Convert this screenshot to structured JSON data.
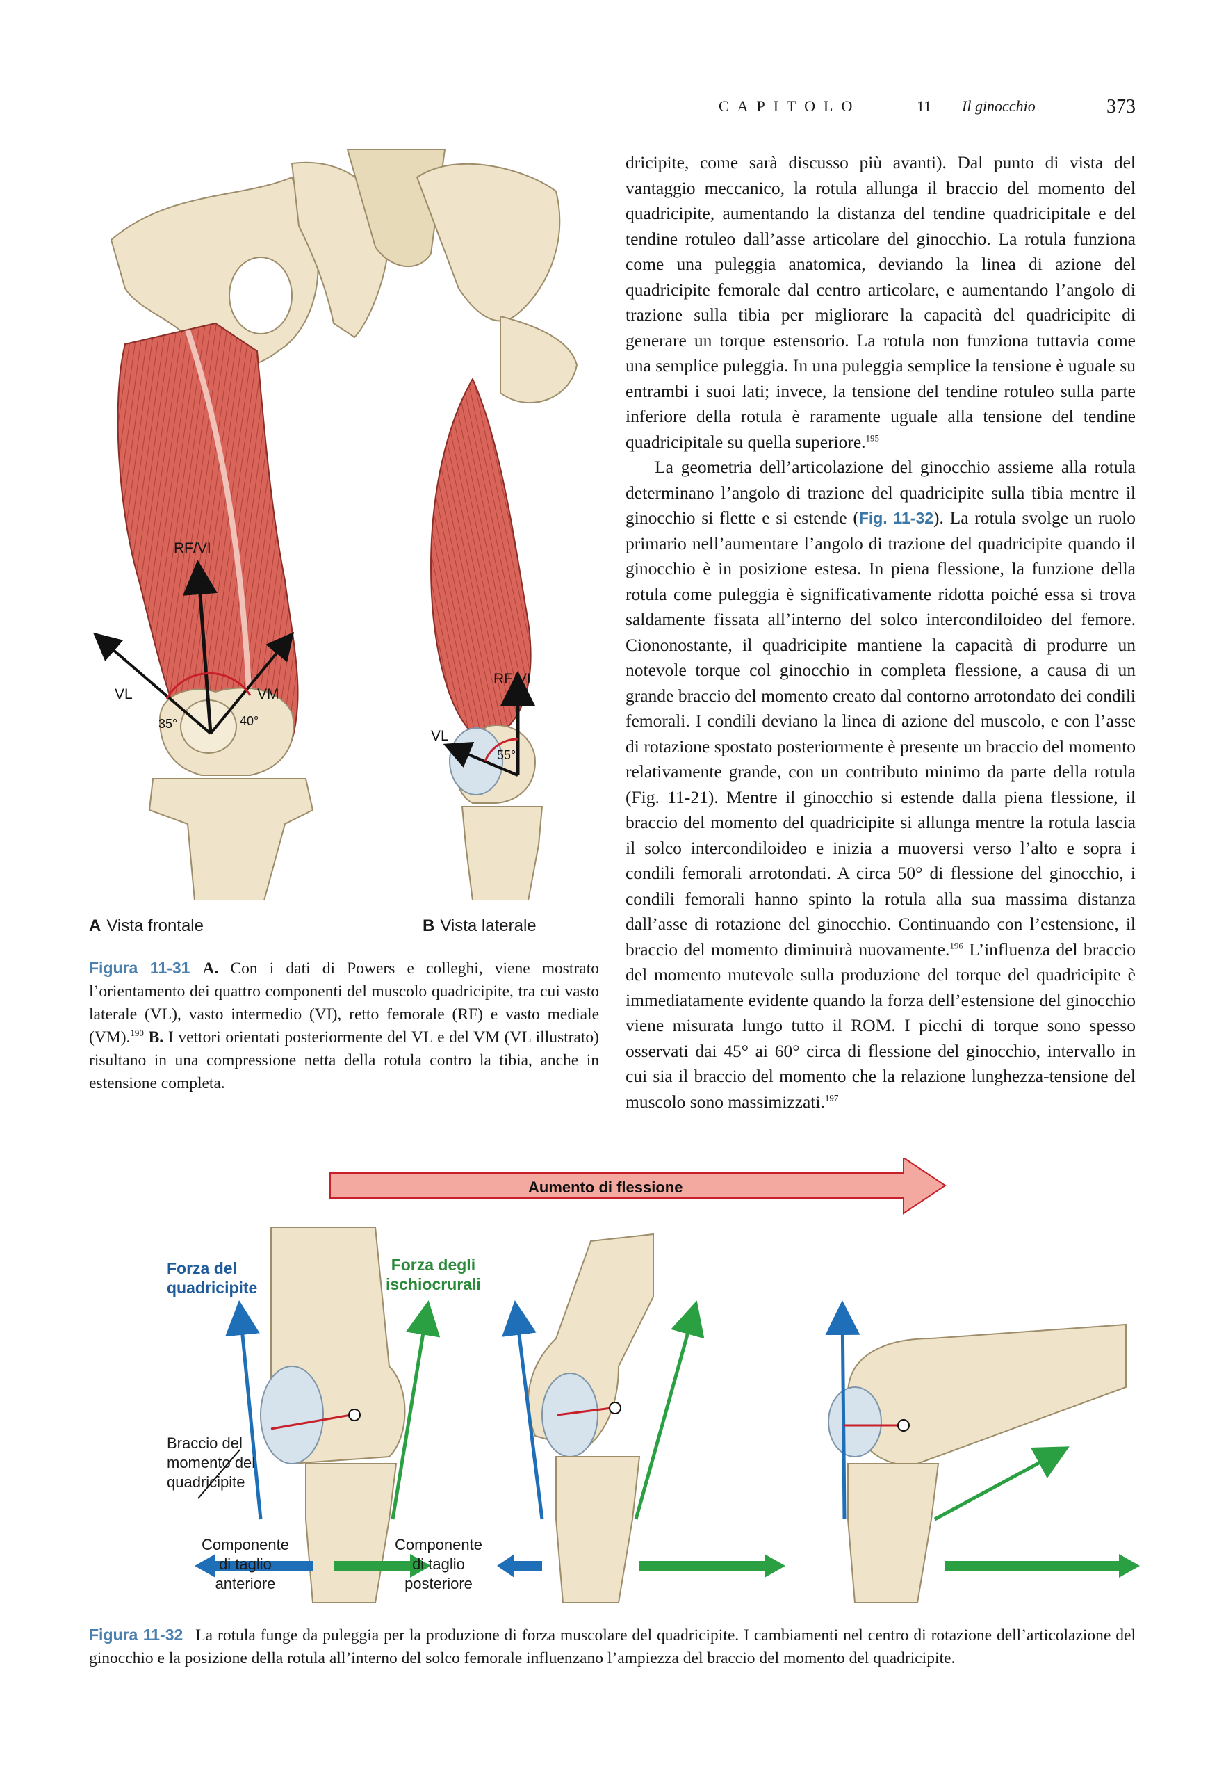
{
  "header": {
    "chapter_label": "CAPITOLO",
    "chapter_number": "11",
    "chapter_title": "Il ginocchio",
    "page_number": "373"
  },
  "body": {
    "p1": "dricipite, come sarà discusso più avanti). Dal punto di vista del vantaggio meccanico, la rotula allunga il braccio del momento del quadricipite, aumentando la distanza del tendine quadricipitale e del tendine rotuleo dall’asse articolare del ginocchio. La rotula funziona come una puleggia anatomica, deviando la linea di azione del quadricipite femorale dal centro articolare, e aumentando l’angolo di trazione sulla tibia per migliorare la capacità del quadricipite di generare un torque estensorio. La rotula non funziona tuttavia come una semplice puleggia. In una puleggia semplice la tensione è uguale su entrambi i suoi lati; invece, la tensione del tendine rotuleo sulla parte inferiore della rotula è raramente uguale alla tensione del tendine quadricipitale su quella superiore.",
    "p1_ref": "195",
    "p2_a": "La geometria dell’articolazione del ginocchio assieme alla rotula determinano l’angolo di trazione del quadricipite sulla tibia mentre il ginocchio si flette e si estende (",
    "p2_figref": "Fig. 11-32",
    "p2_b": "). La rotula svolge un ruolo primario nell’aumentare l’angolo di trazione del quadricipite quando il ginocchio è in posizione estesa. In piena flessione, la funzione della rotula come puleggia è significativamente ridotta poiché essa si trova saldamente fissata all’interno del solco intercondiloideo del femore. Ciononostante, il quadricipite mantiene la capacità di produrre un notevole torque col ginocchio in completa flessione, a causa di un grande braccio del momento creato dal contorno arrotondato dei condili femorali. I condili deviano la linea di azione del muscolo, e con l’asse di rotazione spostato posteriormente è presente un braccio del momento relativamente grande, con un contributo minimo da parte della rotula (Fig. 11-21). Mentre il ginocchio si estende dalla piena flessione, il braccio del momento del quadricipite si allunga mentre la rotula lascia il solco intercondiloideo e inizia a muoversi verso l’alto e sopra i condili femorali arrotondati. A circa 50° di flessione del ginocchio, i condili femorali hanno spinto la rotula alla sua massima distanza dall’asse di rotazione del ginocchio. Continuando con l’estensione, il braccio del momento diminuirà nuovamente.",
    "p2_ref1": "196",
    "p2_c": " L’influenza del braccio del momento mutevole sulla produzione del torque del quadricipite è immediatamente evidente quando la forza dell’estensione del ginocchio viene misurata lungo tutto il ROM. I picchi di torque sono spesso osservati dai 45° ai 60° circa di flessione del ginocchio, intervallo in cui sia il braccio del momento che la relazione lunghezza-tensione del muscolo sono massimizzati.",
    "p2_ref2": "197"
  },
  "figure31": {
    "panel_a_letter": "A",
    "panel_a_title": "Vista frontale",
    "panel_b_letter": "B",
    "panel_b_title": "Vista laterale",
    "labels_a": {
      "rfvi": "RF/VI",
      "vl": "VL",
      "vm": "VM",
      "angle_vl": "35°",
      "angle_vm": "40°"
    },
    "labels_b": {
      "rfvi": "RF/VI",
      "vl": "VL",
      "angle": "55°"
    },
    "caption_label": "Figura 11-31",
    "caption_a_letter": "A.",
    "caption_a": "Con i dati di Powers e colleghi, viene mostrato l’orientamento dei quattro componenti del muscolo quadricipite, tra cui vasto laterale (VL), vasto intermedio (VI), retto femorale (RF) e vasto mediale (VM).",
    "caption_ref": "190",
    "caption_b_letter": "B.",
    "caption_b": "I vettori orientati posteriormente del VL e del VM (VL illustrato) risultano in una compressione netta della rotula contro la tibia, anche in estensione completa."
  },
  "figure32": {
    "arrow_label": "Aumento di flessione",
    "quad_force": "Forza del\nquadricipite",
    "hamstring_force": "Forza degli\nischiocrurali",
    "moment_arm": "Braccio del\nmomento del\nquadricipite",
    "anterior_shear": "Componente\ndi taglio\nanteriore",
    "posterior_shear": "Componente\ndi taglio\nposteriore",
    "caption_label": "Figura 11-32",
    "caption": "La rotula funge da puleggia per la produzione di forza muscolare del quadricipite. I cambiamenti nel centro di rotazione dell’articolazione del ginocchio e la posizione della rotula all’interno del solco femorale influenzano l’ampiezza del braccio del momento del quadricipite."
  },
  "colors": {
    "muscle": "#d9645a",
    "bone": "#efe4c9",
    "quad_arrow": "#1f6fb8",
    "hamstring_arrow": "#2aa043",
    "flexion_arrow": "#f4a9a0",
    "figure_label": "#4a7fae"
  }
}
